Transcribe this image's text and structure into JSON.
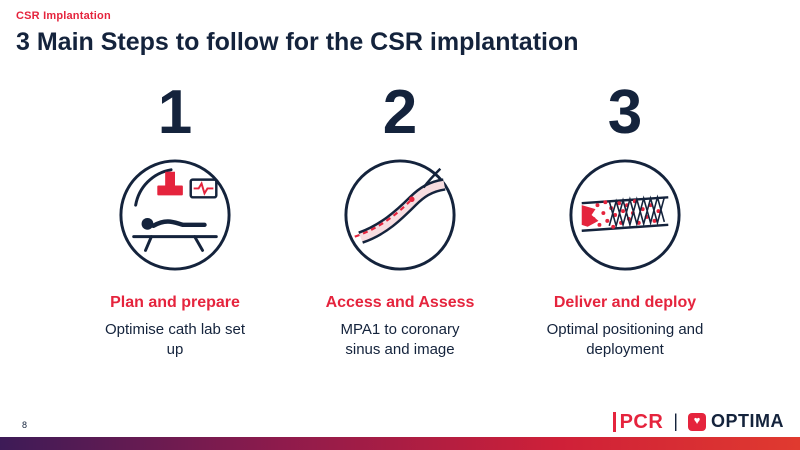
{
  "slide": {
    "eyebrow": "CSR Implantation",
    "title": "3 Main Steps to follow for the CSR implantation",
    "page_number": "8"
  },
  "steps": [
    {
      "number": "1",
      "title": "Plan and prepare",
      "description": "Optimise cath lab set up",
      "icon": "cath-lab-icon"
    },
    {
      "number": "2",
      "title": "Access and Assess",
      "description": "MPA1 to coronary sinus and image",
      "icon": "coronary-sinus-access-icon"
    },
    {
      "number": "3",
      "title": "Deliver and deploy",
      "description": "Optimal positioning and deployment",
      "icon": "stent-deployment-icon"
    }
  ],
  "footer": {
    "logos": {
      "pcr": "PCR",
      "separator": "|",
      "optima": "OPTIMA",
      "heart_glyph": "♥"
    }
  },
  "colors": {
    "navy": "#14233c",
    "red": "#e5243d",
    "gradient_left": "#3d1b57",
    "gradient_mid": "#8e1b4c",
    "gradient_right": "#e03a2f"
  }
}
